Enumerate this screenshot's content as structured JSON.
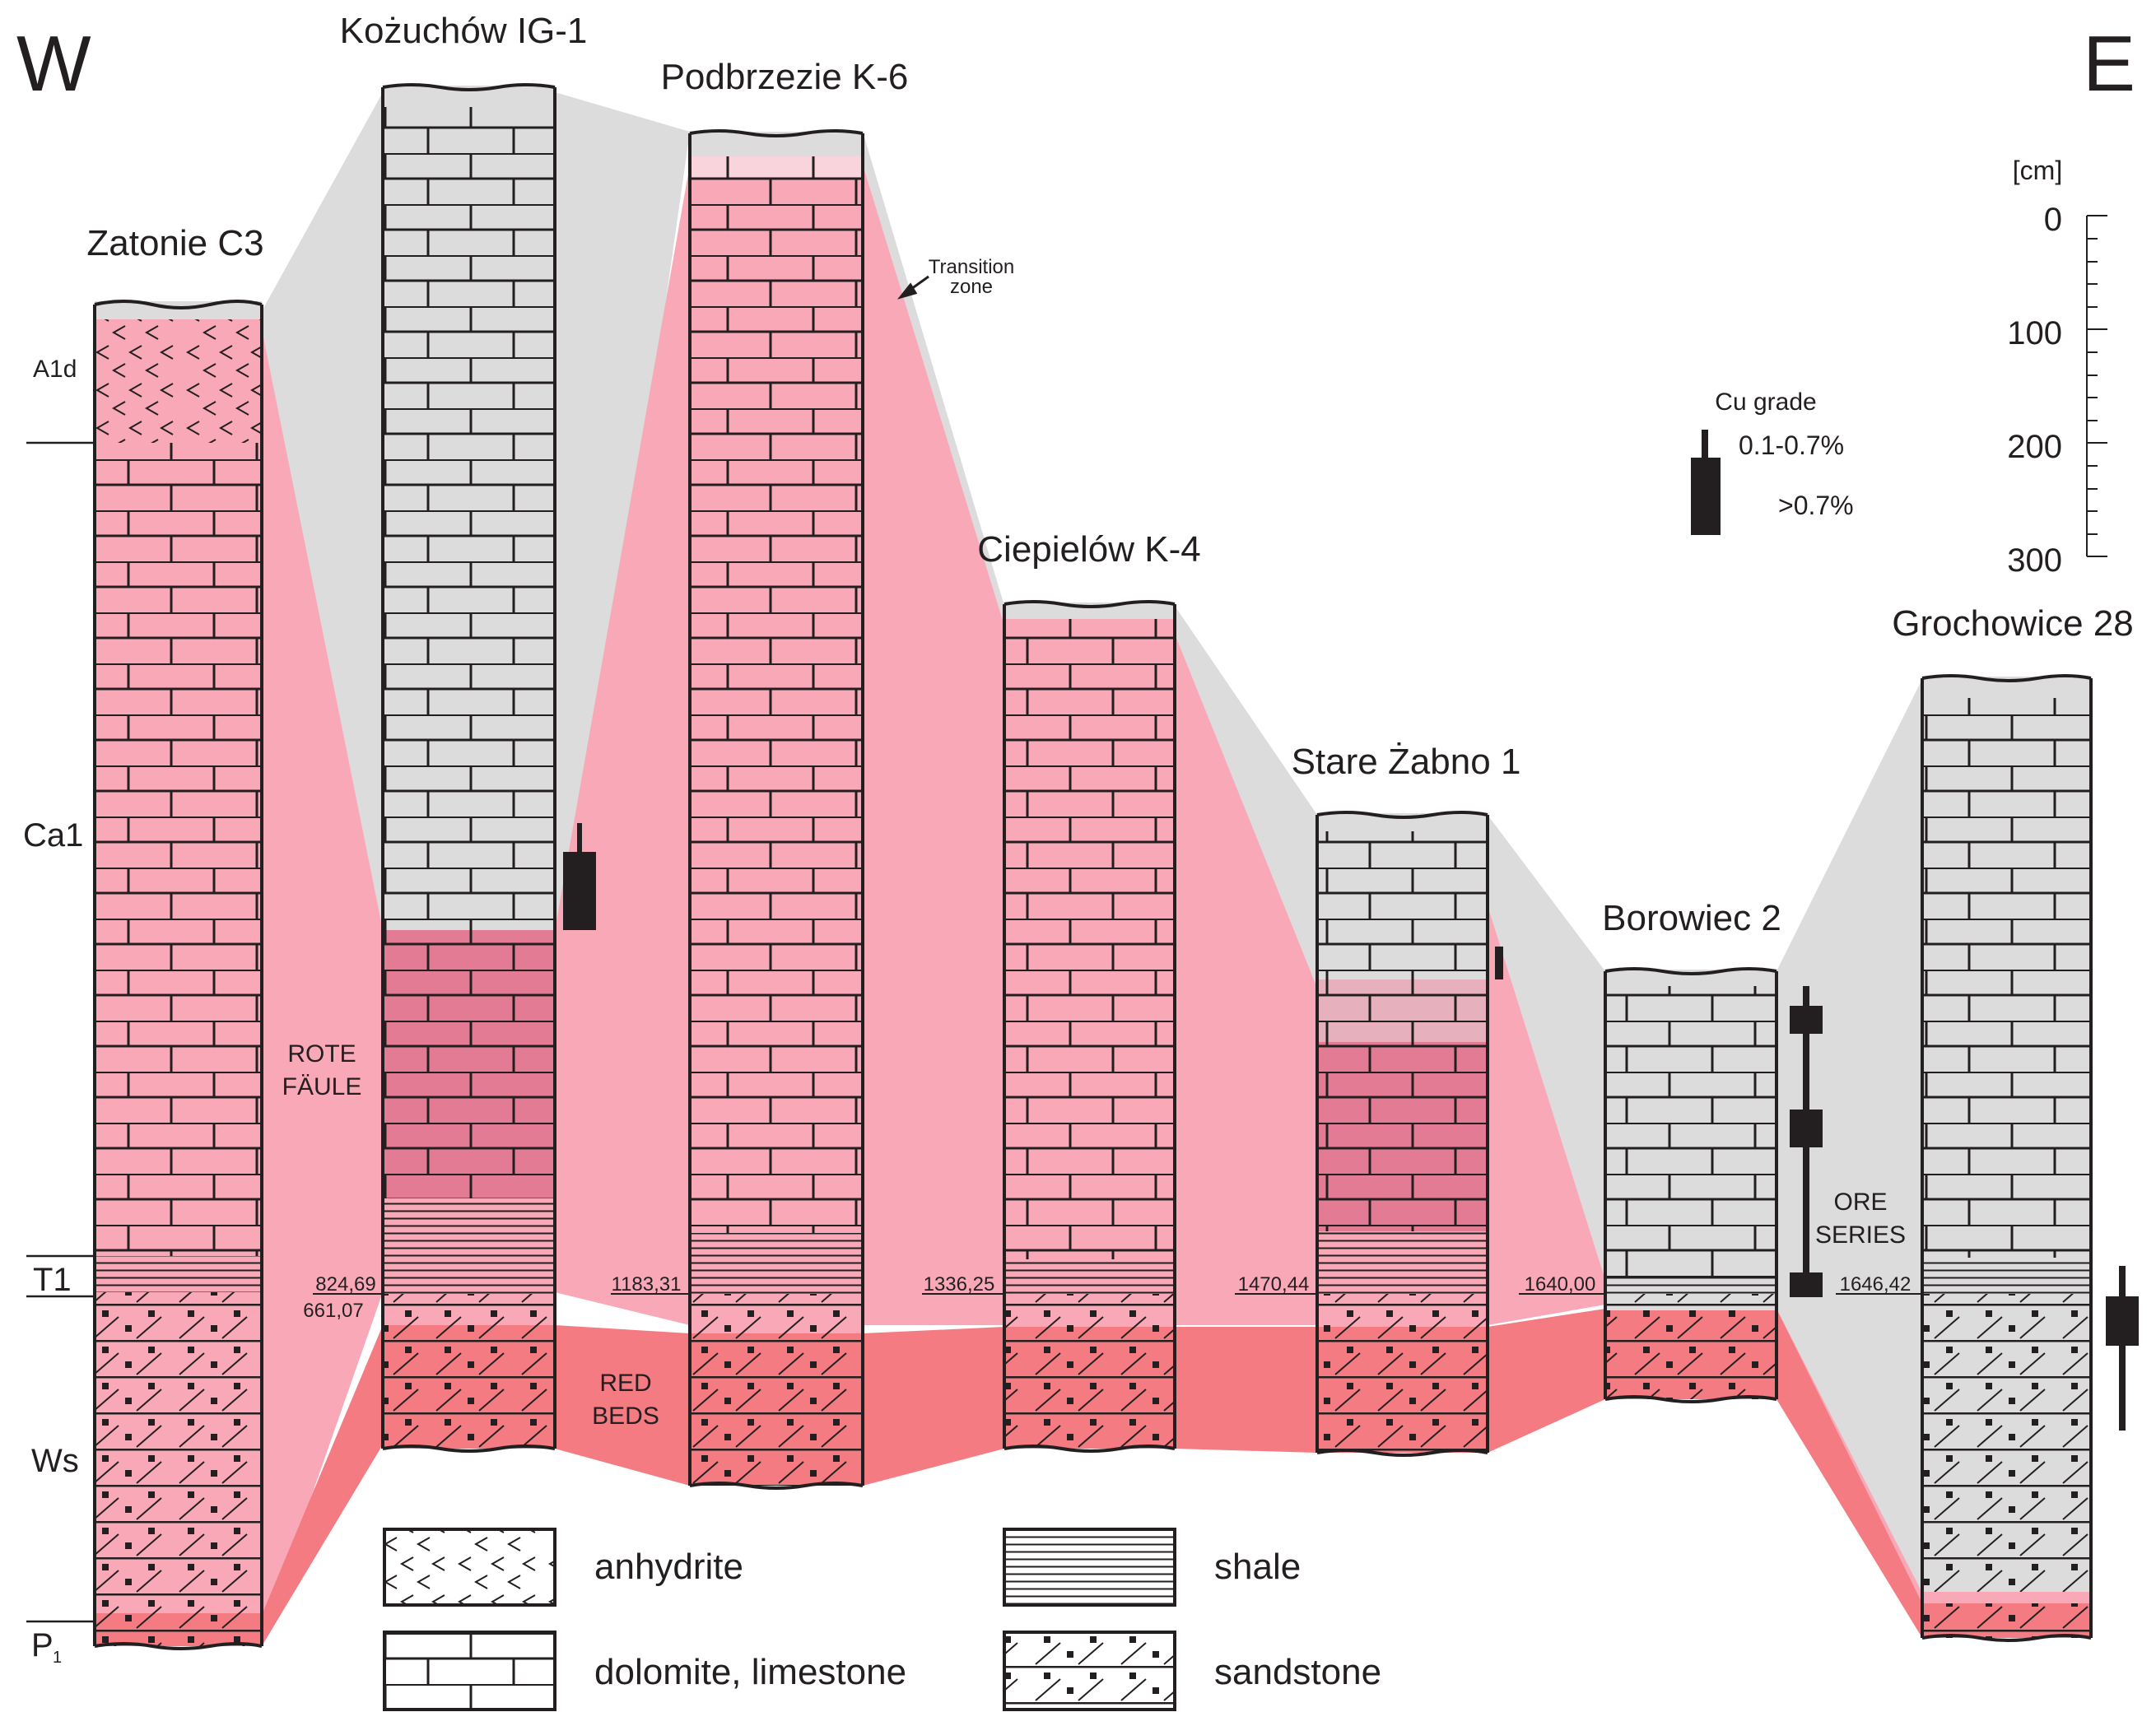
{
  "direction": {
    "west": "W",
    "east": "E"
  },
  "wells": [
    {
      "name": "Zatonie C3",
      "depth": "661,07"
    },
    {
      "name": "Kożuchów IG-1",
      "depth": "824,69"
    },
    {
      "name": "Podbrzezie K-6",
      "depth": "1183,31"
    },
    {
      "name": "Ciepielów K-4",
      "depth": "1336,25"
    },
    {
      "name": "Stare Żabno 1",
      "depth": "1470,44"
    },
    {
      "name": "Borowiec 2",
      "depth": "1640,00"
    },
    {
      "name": "Grochowice 28",
      "depth": "1646,42"
    }
  ],
  "strat_units": {
    "a1d": "A1d",
    "ca1": "Ca1",
    "t1": "T1",
    "ws": "Ws",
    "p1": "P",
    "p1_sub": "1"
  },
  "annotations": {
    "transition_1": "Transition",
    "transition_2": "zone",
    "rote_1": "ROTE",
    "rote_2": "FÄULE",
    "red_1": "RED",
    "red_2": "BEDS",
    "ore_1": "ORE",
    "ore_2": "SERIES"
  },
  "scale": {
    "unit": "[cm]",
    "ticks": [
      "0",
      "100",
      "200",
      "300"
    ]
  },
  "cu_grade": {
    "title": "Cu grade",
    "low": "0.1-0.7%",
    "high": ">0.7%"
  },
  "legend": [
    {
      "label": "anhydrite",
      "pattern": "anhydrite"
    },
    {
      "label": "dolomite, limestone",
      "pattern": "dolomite"
    },
    {
      "label": "shale",
      "pattern": "shale"
    },
    {
      "label": "sandstone",
      "pattern": "sandstone"
    }
  ],
  "colors": {
    "limestone_grey": "#dcdcdc",
    "zone_pink": "#f9a8b7",
    "rote_faule": "#e37b94",
    "red_beds": "#f47b82",
    "ink": "#231f20"
  }
}
